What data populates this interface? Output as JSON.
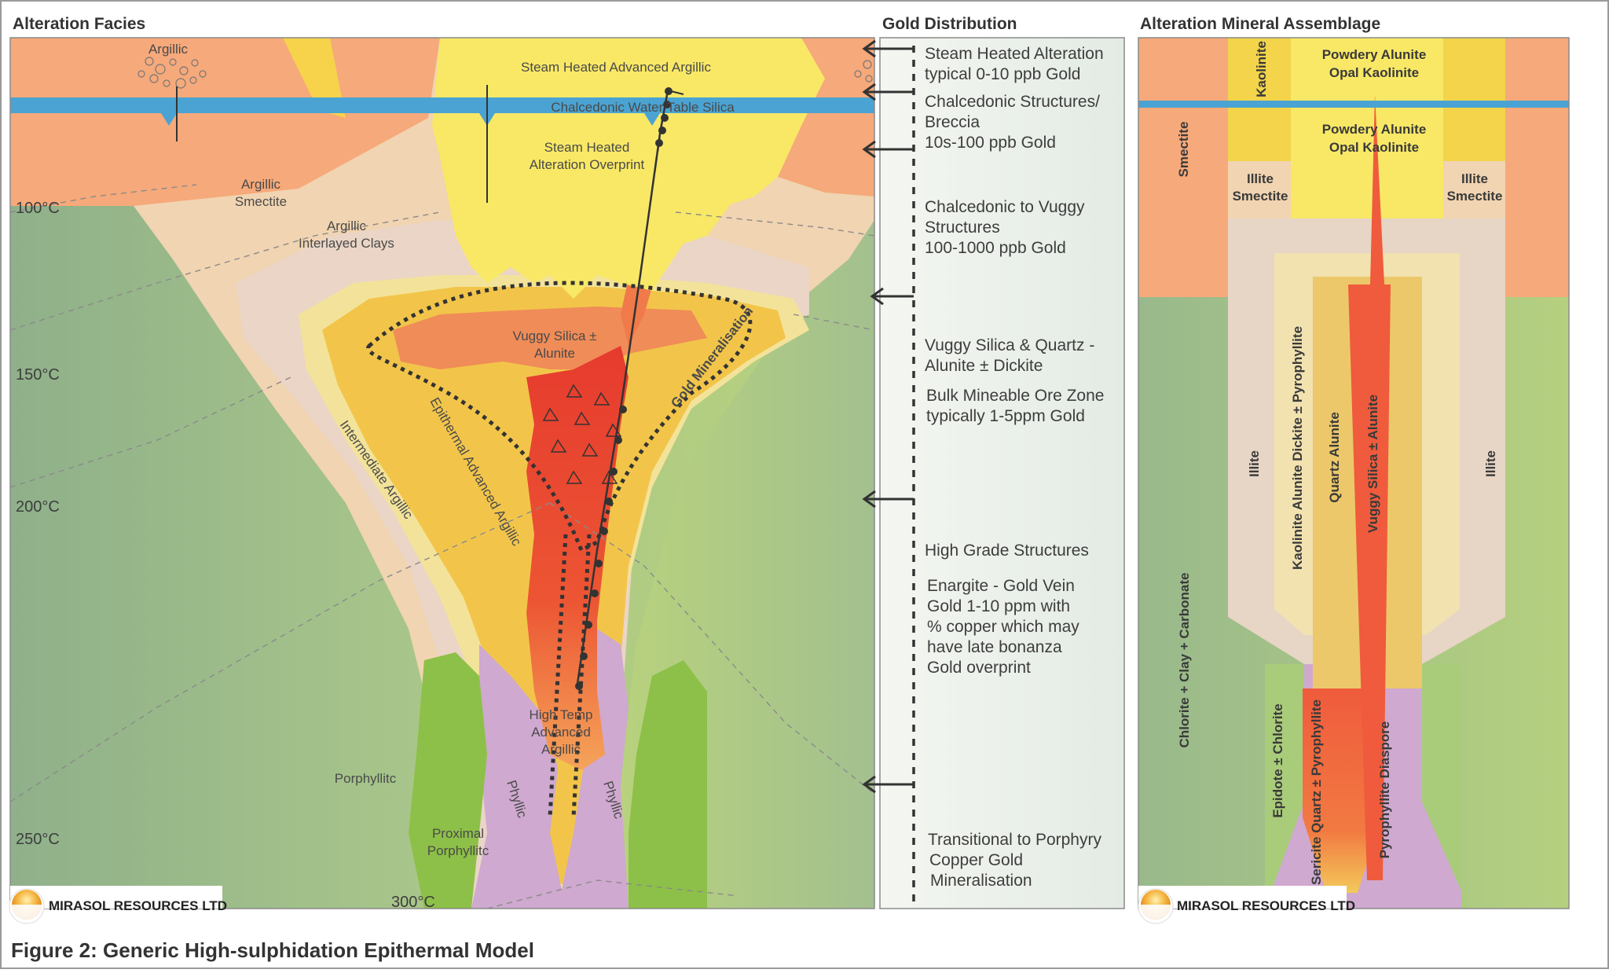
{
  "headers": {
    "alteration_facies": "Alteration Facies",
    "gold_distribution": "Gold Distribution",
    "alteration_mineral_assemblage": "Alteration Mineral Assemblage"
  },
  "figure_caption": "Figure 2: Generic High-sulphidation Epithermal Model",
  "logo_text": "MIRASOL RESOURCES LTD",
  "temperatures": [
    "100°C",
    "150°C",
    "200°C",
    "250°C",
    "300°C"
  ],
  "facies_labels": {
    "argillic_top": "Argillic",
    "steam_heated_advanced_argillic": "Steam Heated Advanced Argillic",
    "chalcedonic_water_table_silica": "Chalcedonic Water Table Silica",
    "steam_heated_overprint_1": "Steam Heated",
    "steam_heated_overprint_2": "Alteration Overprint",
    "argillic_smectite_1": "Argillic",
    "argillic_smectite_2": "Smectite",
    "argillic_interlayed_1": "Argillic",
    "argillic_interlayed_2": "Interlayed Clays",
    "vuggy_silica_1": "Vuggy Silica ±",
    "vuggy_silica_2": "Alunite",
    "gold_mineralisation": "Gold Mineralisation",
    "epithermal_advanced_argillic": "Epithermal Advanced Argillic",
    "intermediate_argillic": "Intermediate Argillic",
    "high_temp_1": "High Temp",
    "high_temp_2": "Advanced",
    "high_temp_3": "Argillic",
    "phyllic_left": "Phyllic",
    "phyllic_right": "Phyllic",
    "porphyllitc": "Porphyllitc",
    "proximal_1": "Proximal",
    "proximal_2": "Porphyllitc"
  },
  "gold_distribution": [
    {
      "lines": [
        "Steam Heated Alteration",
        "typical 0-10 ppb Gold"
      ]
    },
    {
      "lines": [
        "Chalcedonic Structures/",
        "Breccia",
        "10s-100 ppb Gold"
      ]
    },
    {
      "lines": [
        "Chalcedonic to Vuggy",
        "Structures",
        "100-1000 ppb Gold"
      ]
    },
    {
      "lines": [
        "Vuggy Silica & Quartz -",
        "Alunite ± Dickite"
      ]
    },
    {
      "lines": [
        "Bulk Mineable Ore Zone",
        "typically 1-5ppm Gold"
      ]
    },
    {
      "lines": [
        "High Grade Structures"
      ]
    },
    {
      "lines": [
        "Enargite - Gold Vein",
        "Gold 1-10 ppm with",
        "% copper which may",
        "have late bonanza",
        "Gold overprint"
      ]
    },
    {
      "lines": [
        "Transitional to Porphyry",
        "Copper Gold",
        "Mineralisation"
      ]
    }
  ],
  "assemblage_labels": {
    "kaolinite": "Kaolinite",
    "powdery_alunite_1a": "Powdery Alunite",
    "powdery_alunite_1b": "Opal Kaolinite",
    "powdery_alunite_2a": "Powdery Alunite",
    "powdery_alunite_2b": "Opal Kaolinite",
    "smectite": "Smectite",
    "illite_smectite_left_1": "Illite",
    "illite_smectite_left_2": "Smectite",
    "illite_smectite_right_1": "Illite",
    "illite_smectite_right_2": "Smectite",
    "illite_left": "Illite",
    "illite_right": "Illite",
    "kaolinite_alunite_dickite": "Kaolinite Alunite Dickite ± Pyrophyllite",
    "quartz_alunite": "Quartz Alunite",
    "vuggy_silica_alunite": "Vuggy Silica ± Alunite",
    "chlorite_clay_carbonate": "Chlorite + Clay + Carbonate",
    "epidote_chlorite": "Epidote ± Chlorite",
    "sericite_quartz_pyrophyllite": "Sericite Quartz ± Pyrophyllite",
    "pyrophyllite_diaspore": "Pyrophyllite Diaspore"
  },
  "colors": {
    "green_dark": "#9cb88e",
    "green_light": "#b5d07f",
    "orange_argillic": "#f6a97a",
    "tan": "#f1d4b1",
    "yellow": "#f8e866",
    "blue_water_table": "#4aa3d2",
    "red_vuggy": "#e84b3a",
    "purple_phyllic": "#cfa9cf",
    "green_proximal": "#8dc048"
  }
}
